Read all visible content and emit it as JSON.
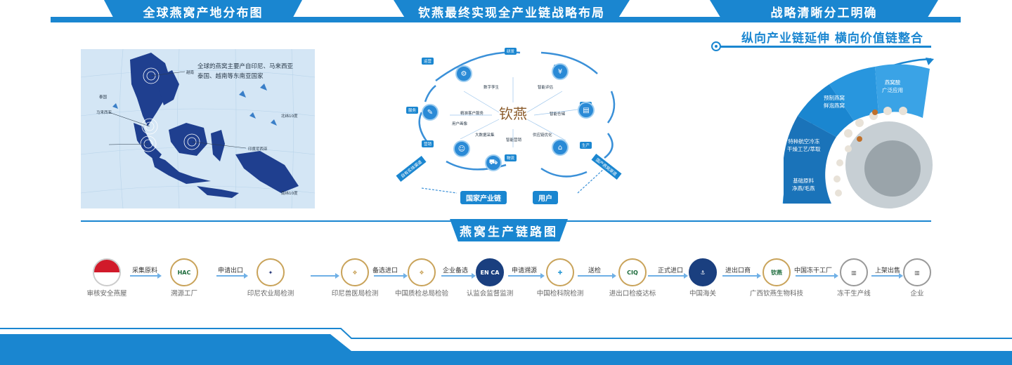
{
  "header": {
    "tab_map": "全球燕窝产地分布图",
    "tab_strategy": "钦燕最终实现全产业链战略布局",
    "tab_division": "战略清晰分工明确"
  },
  "map": {
    "caption_line1": "全球的燕窝主要产自印尼、马来西亚",
    "caption_line2": "泰国、越南等东南亚国家",
    "labels": {
      "vietnam": "越南",
      "thailand": "泰国",
      "malaysia": "马来西亚",
      "indonesia": "印度尼西亚",
      "lon_north": "北纬10度",
      "lon_south": "南纬10度"
    }
  },
  "strategy": {
    "center_logo": "钦燕",
    "nodes": {
      "rd": "研发",
      "finance": "金融",
      "tech": "溯源",
      "production": "生产",
      "logistics": "物流",
      "marketing": "营销",
      "sales": "服务",
      "operation": "运营"
    },
    "diag_left": "自有实体渠道",
    "diag_right": "国产燕窝渠道",
    "national_chain": "国家产业链",
    "user": "用户",
    "inner_labels": {
      "a": "数字孪生",
      "b": "智能评估",
      "c": "用户画像",
      "d": "智能仓储",
      "e": "精准客户服务",
      "f": "大数据采集",
      "g": "智能营销",
      "h": "供应链优化"
    }
  },
  "division": {
    "subtitle": "纵向产业链延伸 横向价值链整合",
    "segments": {
      "s1_l1": "基础原料",
      "s1_l2": "净燕/毛燕",
      "s2_l1": "特种航空冷冻",
      "s2_l2": "干燥工艺/萃取",
      "s3_l1": "预制燕窝",
      "s3_l2": "鲜泡燕窝",
      "s4_l1": "燕窝酸",
      "s4_l2": "广泛应用"
    }
  },
  "production": {
    "title": "燕窝生产链路图",
    "logos": {
      "l2": "HAC",
      "l6": "EN CA",
      "l8": "CIQ",
      "l11": "钦燕"
    },
    "nodes": [
      "审核安全燕屋",
      "溯源工厂",
      "印尼农业局检测",
      "印尼兽医局检测",
      "中国质检总局检验",
      "认监会监督监测",
      "中国检科院检测",
      "进出口检疫达标",
      "中国海关",
      "广西钦燕生物科技",
      "冻干生产线",
      "企业"
    ],
    "steps": [
      "采集原料",
      "申请出口",
      "备选进口",
      "企业备选",
      "申请溯源",
      "送检",
      "正式进口",
      "进出口商",
      "中国冻干工厂",
      "上架出售"
    ]
  },
  "colors": {
    "primary": "#1a86d0",
    "light": "#6fb0e6",
    "map_bg": "#d4e6f5",
    "gold": "#c9a35a"
  }
}
